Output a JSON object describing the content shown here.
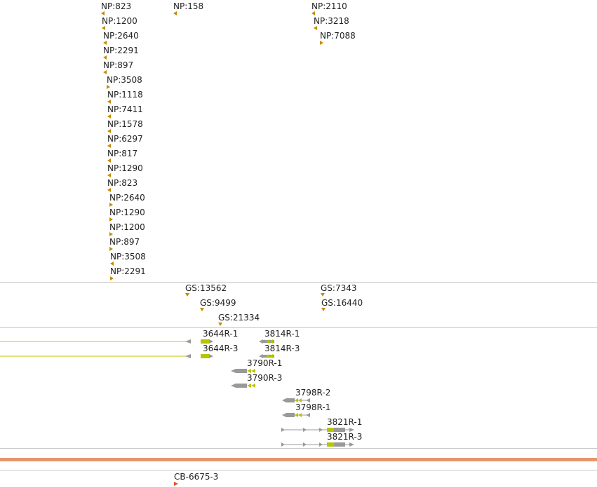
{
  "np_features": [
    {
      "label": "NP:823",
      "dir": "left"
    },
    {
      "label": "NP:158",
      "dir": "left"
    },
    {
      "label": "NP:2110",
      "dir": "left"
    },
    {
      "label": "NP:1200",
      "dir": "left"
    },
    {
      "label": "NP:3218",
      "dir": "left"
    },
    {
      "label": "NP:2640",
      "dir": "left"
    },
    {
      "label": "NP:7088",
      "dir": "right"
    },
    {
      "label": "NP:2291",
      "dir": "left"
    },
    {
      "label": "NP:897",
      "dir": "left"
    },
    {
      "label": "NP:3508",
      "dir": "right"
    },
    {
      "label": "NP:1118",
      "dir": "left"
    },
    {
      "label": "NP:7411",
      "dir": "left"
    },
    {
      "label": "NP:1578",
      "dir": "left"
    },
    {
      "label": "NP:6297",
      "dir": "left"
    },
    {
      "label": "NP:817",
      "dir": "left"
    },
    {
      "label": "NP:1290",
      "dir": "left"
    },
    {
      "label": "NP:823",
      "dir": "left"
    },
    {
      "label": "NP:2640",
      "dir": "right"
    },
    {
      "label": "NP:1290",
      "dir": "right"
    },
    {
      "label": "NP:1200",
      "dir": "right"
    },
    {
      "label": "NP:897",
      "dir": "right"
    },
    {
      "label": "NP:3508",
      "dir": "left"
    },
    {
      "label": "NP:2291",
      "dir": "right"
    }
  ],
  "gs_features": [
    {
      "label": "GS:13562"
    },
    {
      "label": "GS:7343"
    },
    {
      "label": "GS:9499"
    },
    {
      "label": "GS:16440"
    },
    {
      "label": "GS:21334"
    }
  ],
  "transcripts": [
    {
      "label": "3644R-1"
    },
    {
      "label": "3814R-1"
    },
    {
      "label": "3644R-3"
    },
    {
      "label": "3814R-3"
    },
    {
      "label": "3790R-1"
    },
    {
      "label": "3790R-3"
    },
    {
      "label": "3798R-2"
    },
    {
      "label": "3798R-1"
    },
    {
      "label": "3821R-1"
    },
    {
      "label": "3821R-3"
    }
  ],
  "cb_features": [
    {
      "label": "CB-6675-3",
      "dir": "right"
    }
  ],
  "colors": {
    "np_marker": "#c88a00",
    "intron_line": "#c8c800",
    "exon_gray": "#999999",
    "exon_yellow": "#b8c400",
    "highlight_bar": "#e8956a",
    "cb_marker": "#e0502a",
    "separator": "#c8c8c8"
  }
}
